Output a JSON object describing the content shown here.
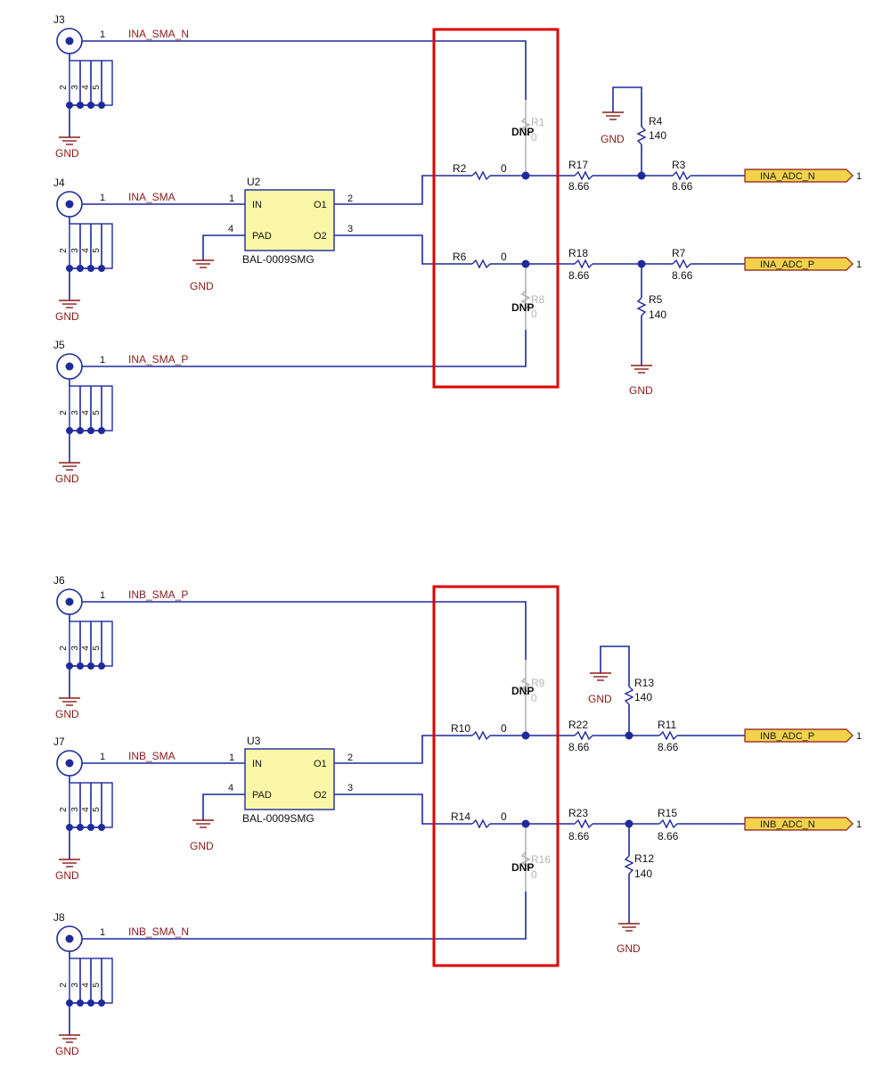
{
  "ground_label": "GND",
  "dnp_label": "DNP",
  "colors": {
    "wire": "#1f2a9c",
    "net_label": "#8b1a1a",
    "highlight": "#e00000",
    "port_fill": "#f2d24a",
    "ic_fill": "#fbf7a8",
    "dnp_grey": "#b5b5b5"
  },
  "top": {
    "connectors": [
      {
        "ref": "J3",
        "pin": "1",
        "net": "INA_SMA_N"
      },
      {
        "ref": "J4",
        "pin": "1",
        "net": "INA_SMA"
      },
      {
        "ref": "J5",
        "pin": "1",
        "net": "INA_SMA_P"
      }
    ],
    "balun": {
      "ref": "U2",
      "part": "BAL-0009SMG",
      "pins": {
        "in_num": "1",
        "in": "IN",
        "pad_num": "4",
        "pad": "PAD",
        "o1": "O1",
        "o1_num": "2",
        "o2": "O2",
        "o2_num": "3"
      }
    },
    "series_r": [
      {
        "ref": "R2",
        "value": "0"
      },
      {
        "ref": "R6",
        "value": "0"
      }
    ],
    "dnp_r": [
      {
        "ref": "R1",
        "value": "0"
      },
      {
        "ref": "R8",
        "value": "0"
      }
    ],
    "mid_r": [
      {
        "ref": "R17",
        "value": "8.66"
      },
      {
        "ref": "R18",
        "value": "8.66"
      }
    ],
    "out_r": [
      {
        "ref": "R3",
        "value": "8.66"
      },
      {
        "ref": "R7",
        "value": "8.66"
      }
    ],
    "shunt_r": [
      {
        "ref": "R4",
        "value": "140"
      },
      {
        "ref": "R5",
        "value": "140"
      }
    ],
    "ports": [
      {
        "name": "INA_ADC_N",
        "pin": "1"
      },
      {
        "name": "INA_ADC_P",
        "pin": "1"
      }
    ]
  },
  "bottom": {
    "connectors": [
      {
        "ref": "J6",
        "pin": "1",
        "net": "INB_SMA_P"
      },
      {
        "ref": "J7",
        "pin": "1",
        "net": "INB_SMA"
      },
      {
        "ref": "J8",
        "pin": "1",
        "net": "INB_SMA_N"
      }
    ],
    "balun": {
      "ref": "U3",
      "part": "BAL-0009SMG",
      "pins": {
        "in_num": "1",
        "in": "IN",
        "pad_num": "4",
        "pad": "PAD",
        "o1": "O1",
        "o1_num": "2",
        "o2": "O2",
        "o2_num": "3"
      }
    },
    "series_r": [
      {
        "ref": "R10",
        "value": "0"
      },
      {
        "ref": "R14",
        "value": "0"
      }
    ],
    "dnp_r": [
      {
        "ref": "R9",
        "value": "0"
      },
      {
        "ref": "R16",
        "value": "0"
      }
    ],
    "mid_r": [
      {
        "ref": "R22",
        "value": "8.66"
      },
      {
        "ref": "R23",
        "value": "8.66"
      }
    ],
    "out_r": [
      {
        "ref": "R11",
        "value": "8.66"
      },
      {
        "ref": "R15",
        "value": "8.66"
      }
    ],
    "shunt_r": [
      {
        "ref": "R13",
        "value": "140"
      },
      {
        "ref": "R12",
        "value": "140"
      }
    ],
    "ports": [
      {
        "name": "INB_ADC_P",
        "pin": "1"
      },
      {
        "name": "INB_ADC_N",
        "pin": "1"
      }
    ]
  }
}
